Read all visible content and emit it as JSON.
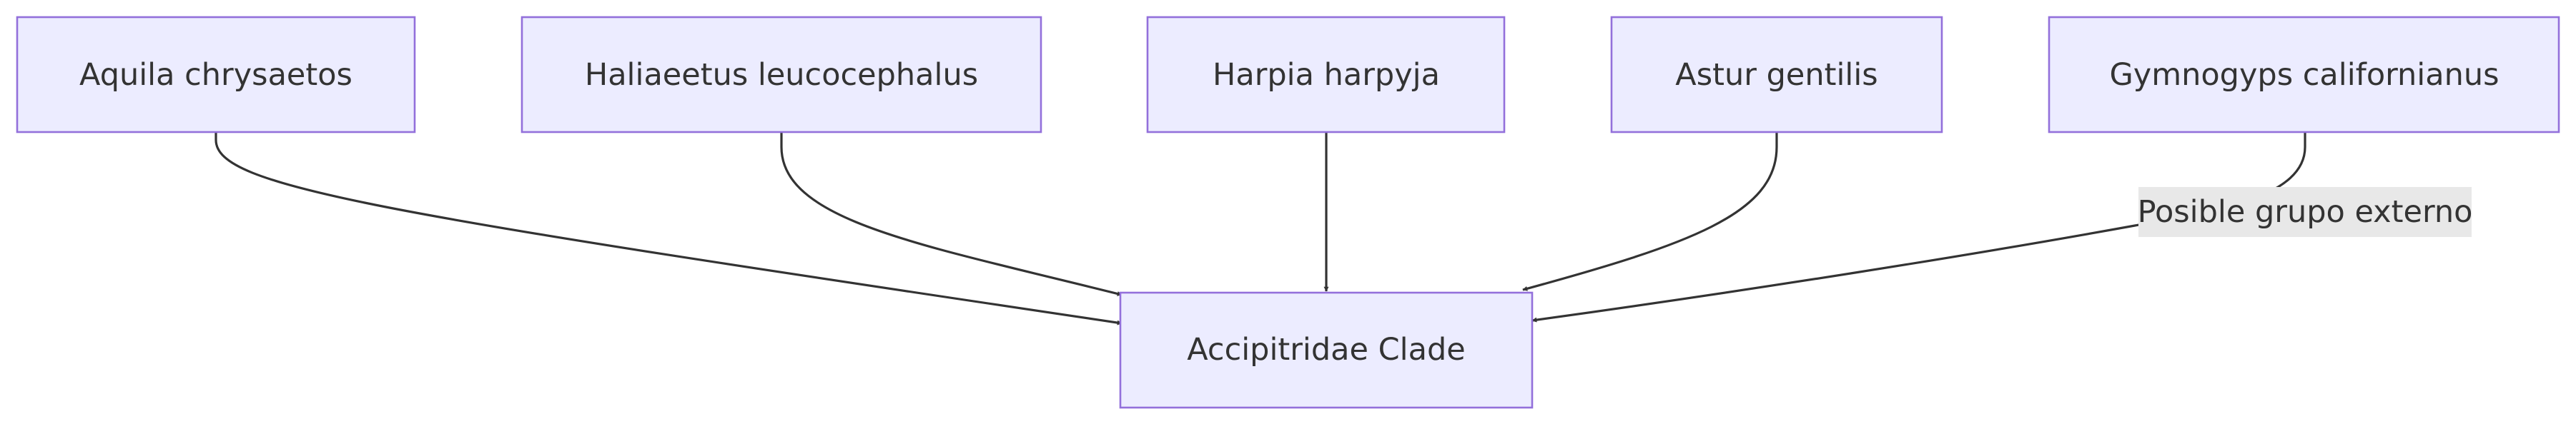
{
  "nodes": {
    "aquila": "Aquila chrysaetos",
    "haliaeetus": "Haliaeetus leucocephalus",
    "harpia": "Harpia harpyja",
    "astur": "Astur gentilis",
    "gymnogyps": "Gymnogyps californianus",
    "clade": "Accipitridae Clade"
  },
  "edges": [
    {
      "from": "aquila",
      "to": "clade",
      "label": ""
    },
    {
      "from": "haliaeetus",
      "to": "clade",
      "label": ""
    },
    {
      "from": "harpia",
      "to": "clade",
      "label": ""
    },
    {
      "from": "astur",
      "to": "clade",
      "label": ""
    },
    {
      "from": "gymnogyps",
      "to": "clade",
      "label": "Posible grupo externo"
    }
  ],
  "colors": {
    "node_fill": "#ECECFF",
    "node_stroke": "#9370DB",
    "edge": "#333333",
    "label_bg": "#e8e8e8"
  }
}
